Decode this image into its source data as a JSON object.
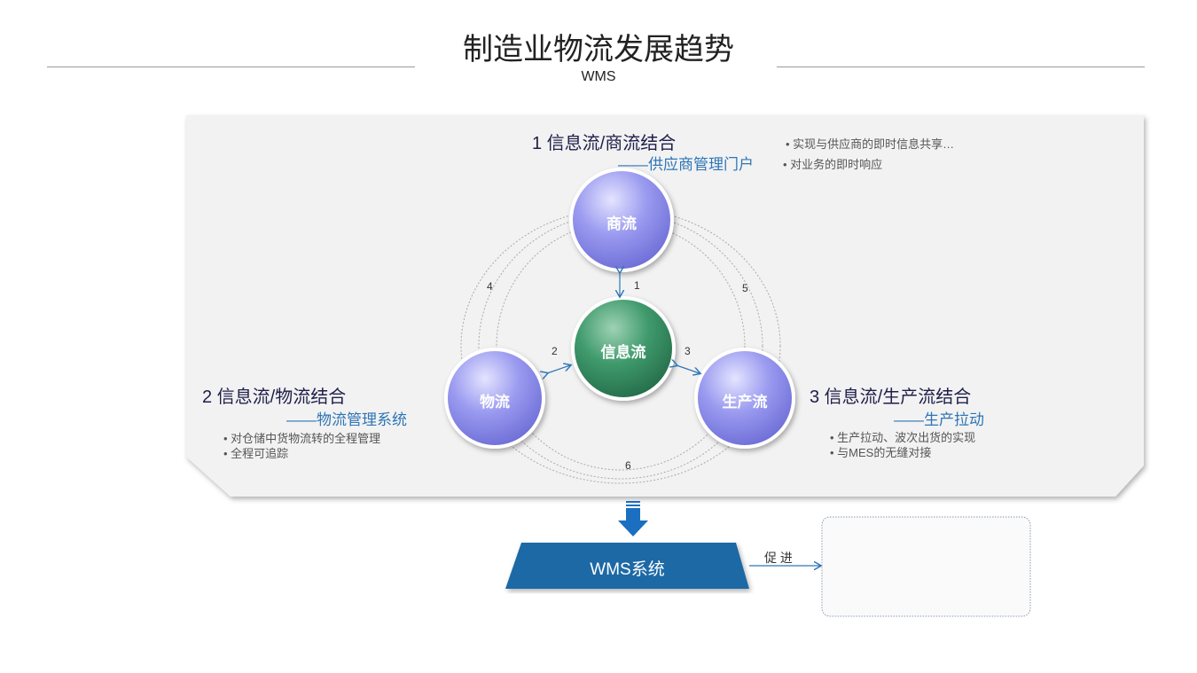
{
  "title": "制造业物流发展趋势",
  "subtitle": "WMS",
  "nodes": {
    "commerce": "商流",
    "info": "信息流",
    "logistics": "物流",
    "production": "生产流"
  },
  "numbers": [
    "1",
    "2",
    "3",
    "4",
    "5",
    "6"
  ],
  "sections": [
    {
      "heading": "1 信息流/商流结合",
      "system": "——供应商管理门户",
      "bullets": [
        "• 实现与供应商的即时信息共享…",
        "• 对业务的即时响应"
      ]
    },
    {
      "heading": "2 信息流/物流结合",
      "system": "——物流管理系统",
      "bullets": [
        "• 对仓储中货物流转的全程管理",
        "• 全程可追踪"
      ]
    },
    {
      "heading": "3 信息流/生产流结合",
      "system": "——生产拉动",
      "bullets": [
        "• 生产拉动、波次出货的实现",
        "• 与MES的无缝对接"
      ]
    }
  ],
  "wms": {
    "label": "WMS系统",
    "arrow_label": "促 进"
  }
}
